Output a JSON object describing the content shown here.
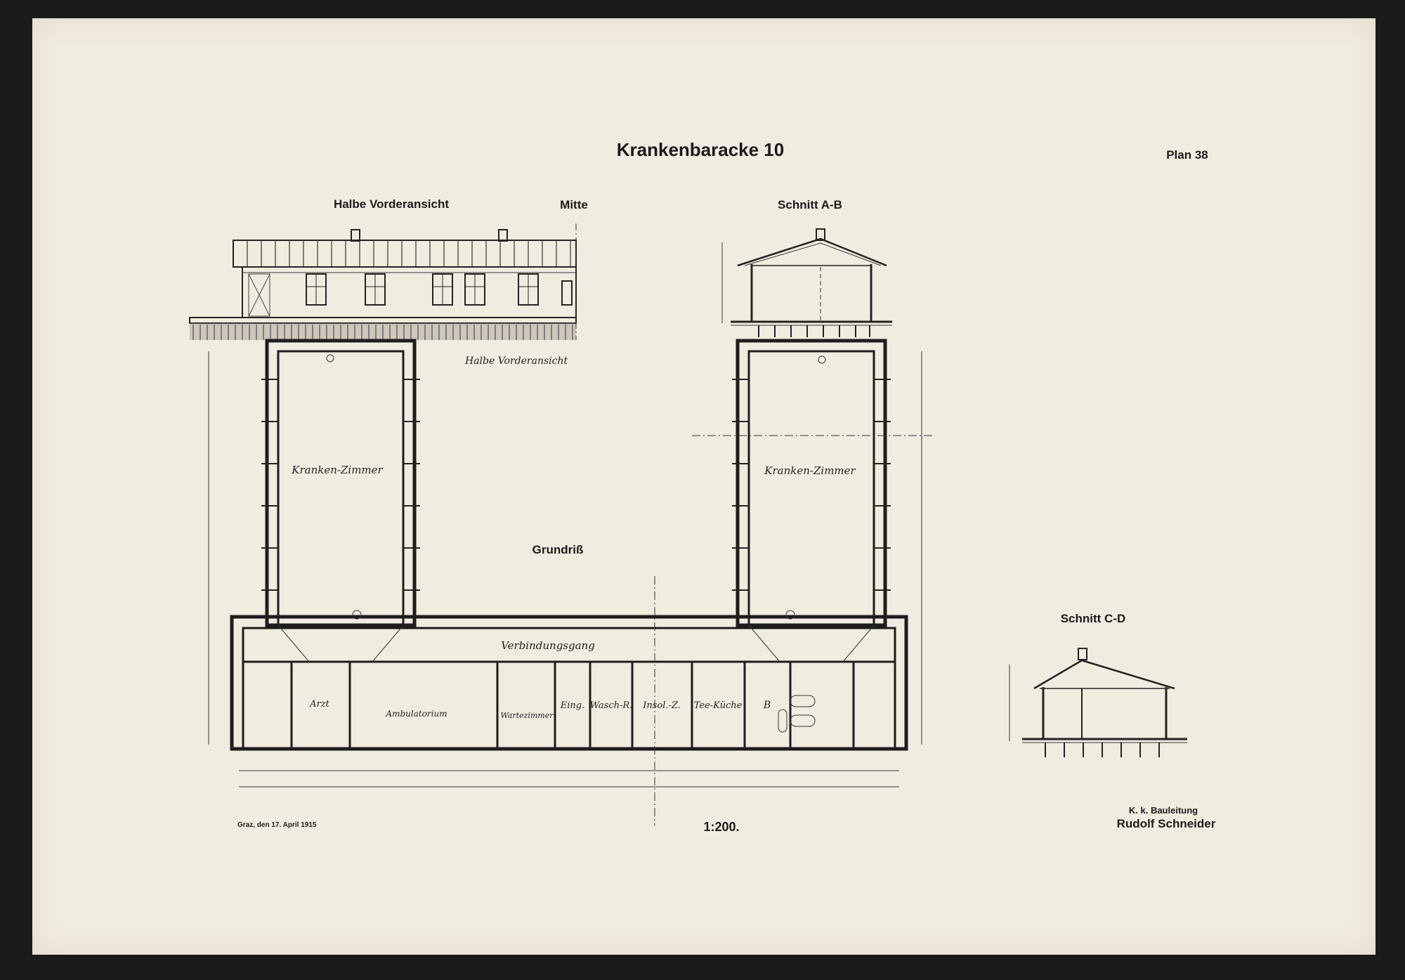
{
  "sheet": {
    "title": "Krankenbaracke 10",
    "plan_number": "Plan 38",
    "scale": "1:200.",
    "date": "Graz, den 17. April 1915",
    "authority": "K. k. Bauleitung",
    "author": "Rudolf Schneider"
  },
  "views": {
    "half_front": "Halbe Vorderansicht",
    "center": "Mitte",
    "section_ab": "Schnitt A-B",
    "section_cd": "Schnitt C-D",
    "floor_plan": "Grundriß"
  },
  "rooms": {
    "front_note": "Halbe Vorderansicht",
    "ward_left": "Kranken-Zimmer",
    "ward_right": "Kranken-Zimmer",
    "corridor": "Verbindungsgang",
    "doctor": "Arzt",
    "ambulatory": "Ambulatorium",
    "waiting": "Wartezimmer",
    "entrance": "Eing.",
    "wash": "Wasch-R.",
    "isolation": "Insol.-Z.",
    "tea_kitchen": "Tee-Küche",
    "bath": "B"
  },
  "colors": {
    "paper": "#f1ece0",
    "ink": "#1d1d1d",
    "backing": "#1b1b1b"
  }
}
